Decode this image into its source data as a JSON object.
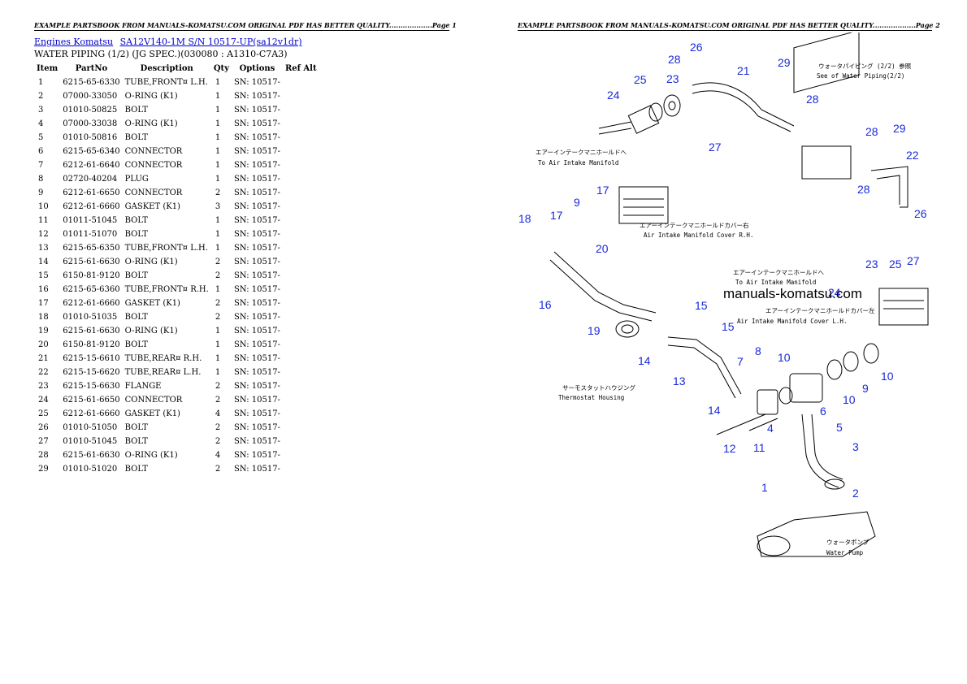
{
  "header_left": "EXAMPLE PARTSBOOK FROM MANUALS-KOMATSU.COM ORIGINAL PDF HAS BETTER QUALITY...................Page 1",
  "header_right": "EXAMPLE PARTSBOOK FROM MANUALS-KOMATSU.COM ORIGINAL PDF HAS BETTER QUALITY...................Page 2",
  "breadcrumb": {
    "link1": "Engines Komatsu",
    "link2": "SA12V140-1M S/N 10517-UP(sa12v1dr)"
  },
  "subtitle": "WATER PIPING (1/2) (JG SPEC.)(030080 : A1310-C7A3)",
  "table": {
    "headers": [
      "Item",
      "PartNo",
      "Description",
      "Qty",
      "Options",
      "Ref Alt"
    ],
    "rows": [
      [
        "1",
        "6215-65-6330",
        "TUBE,FRONT¤ L.H.",
        "1",
        "SN: 10517-",
        ""
      ],
      [
        "2",
        "07000-33050",
        "O-RING (K1)",
        "1",
        "SN: 10517-",
        ""
      ],
      [
        "3",
        "01010-50825",
        "BOLT",
        "1",
        "SN: 10517-",
        ""
      ],
      [
        "4",
        "07000-33038",
        "O-RING (K1)",
        "1",
        "SN: 10517-",
        ""
      ],
      [
        "5",
        "01010-50816",
        "BOLT",
        "1",
        "SN: 10517-",
        ""
      ],
      [
        "6",
        "6215-65-6340",
        "CONNECTOR",
        "1",
        "SN: 10517-",
        ""
      ],
      [
        "7",
        "6212-61-6640",
        "CONNECTOR",
        "1",
        "SN: 10517-",
        ""
      ],
      [
        "8",
        "02720-40204",
        "PLUG",
        "1",
        "SN: 10517-",
        ""
      ],
      [
        "9",
        "6212-61-6650",
        "CONNECTOR",
        "2",
        "SN: 10517-",
        ""
      ],
      [
        "10",
        "6212-61-6660",
        "GASKET (K1)",
        "3",
        "SN: 10517-",
        ""
      ],
      [
        "11",
        "01011-51045",
        "BOLT",
        "1",
        "SN: 10517-",
        ""
      ],
      [
        "12",
        "01011-51070",
        "BOLT",
        "1",
        "SN: 10517-",
        ""
      ],
      [
        "13",
        "6215-65-6350",
        "TUBE,FRONT¤ L.H.",
        "1",
        "SN: 10517-",
        ""
      ],
      [
        "14",
        "6215-61-6630",
        "O-RING (K1)",
        "2",
        "SN: 10517-",
        ""
      ],
      [
        "15",
        "6150-81-9120",
        "BOLT",
        "2",
        "SN: 10517-",
        ""
      ],
      [
        "16",
        "6215-65-6360",
        "TUBE,FRONT¤ R.H.",
        "1",
        "SN: 10517-",
        ""
      ],
      [
        "17",
        "6212-61-6660",
        "GASKET (K1)",
        "2",
        "SN: 10517-",
        ""
      ],
      [
        "18",
        "01010-51035",
        "BOLT",
        "2",
        "SN: 10517-",
        ""
      ],
      [
        "19",
        "6215-61-6630",
        "O-RING (K1)",
        "1",
        "SN: 10517-",
        ""
      ],
      [
        "20",
        "6150-81-9120",
        "BOLT",
        "1",
        "SN: 10517-",
        ""
      ],
      [
        "21",
        "6215-15-6610",
        "TUBE,REAR¤ R.H.",
        "1",
        "SN: 10517-",
        ""
      ],
      [
        "22",
        "6215-15-6620",
        "TUBE,REAR¤ L.H.",
        "1",
        "SN: 10517-",
        ""
      ],
      [
        "23",
        "6215-15-6630",
        "FLANGE",
        "2",
        "SN: 10517-",
        ""
      ],
      [
        "24",
        "6215-61-6650",
        "CONNECTOR",
        "2",
        "SN: 10517-",
        ""
      ],
      [
        "25",
        "6212-61-6660",
        "GASKET (K1)",
        "4",
        "SN: 10517-",
        ""
      ],
      [
        "26",
        "01010-51050",
        "BOLT",
        "2",
        "SN: 10517-",
        ""
      ],
      [
        "27",
        "01010-51045",
        "BOLT",
        "2",
        "SN: 10517-",
        ""
      ],
      [
        "28",
        "6215-61-6630",
        "O-RING (K1)",
        "4",
        "SN: 10517-",
        ""
      ],
      [
        "29",
        "01010-51020",
        "BOLT",
        "2",
        "SN: 10517-",
        ""
      ]
    ]
  },
  "diagram": {
    "watermark": "manuals-komatsu.com",
    "labels": {
      "water_piping_jp": "ウォータパイピング (2/2) 参照",
      "water_piping_en": "See of Water Piping(2/2)",
      "air_intake_jp": "エアーインテークマニホールドへ",
      "air_intake_en": "To Air Intake Manifold",
      "air_intake2_jp": "エアーインテークマニホールドへ",
      "air_intake2_en": "To Air Intake Manifold",
      "cover_rh_jp": "エアーインテークマニホールドカバー右",
      "cover_rh_en": "Air Intake Manifold Cover R.H.",
      "cover_lh_jp": "エアーインテークマニホールドカバー左",
      "cover_lh_en": "Air Intake Manifold Cover L.H.",
      "thermo_jp": "サーモスタットハウジング",
      "thermo_en": "Thermostat Housing",
      "pump_jp": "ウォータポンプ",
      "pump_en": "Water Pump"
    },
    "callouts": [
      "26",
      "28",
      "21",
      "29",
      "23",
      "25",
      "24",
      "28",
      "27",
      "28",
      "29",
      "22",
      "28",
      "26",
      "23",
      "25",
      "27",
      "24",
      "9",
      "17",
      "18",
      "17",
      "20",
      "16",
      "19",
      "15",
      "15",
      "14",
      "13",
      "7",
      "8",
      "10",
      "10",
      "9",
      "10",
      "14",
      "12",
      "11",
      "4",
      "6",
      "5",
      "3",
      "1",
      "2"
    ]
  }
}
